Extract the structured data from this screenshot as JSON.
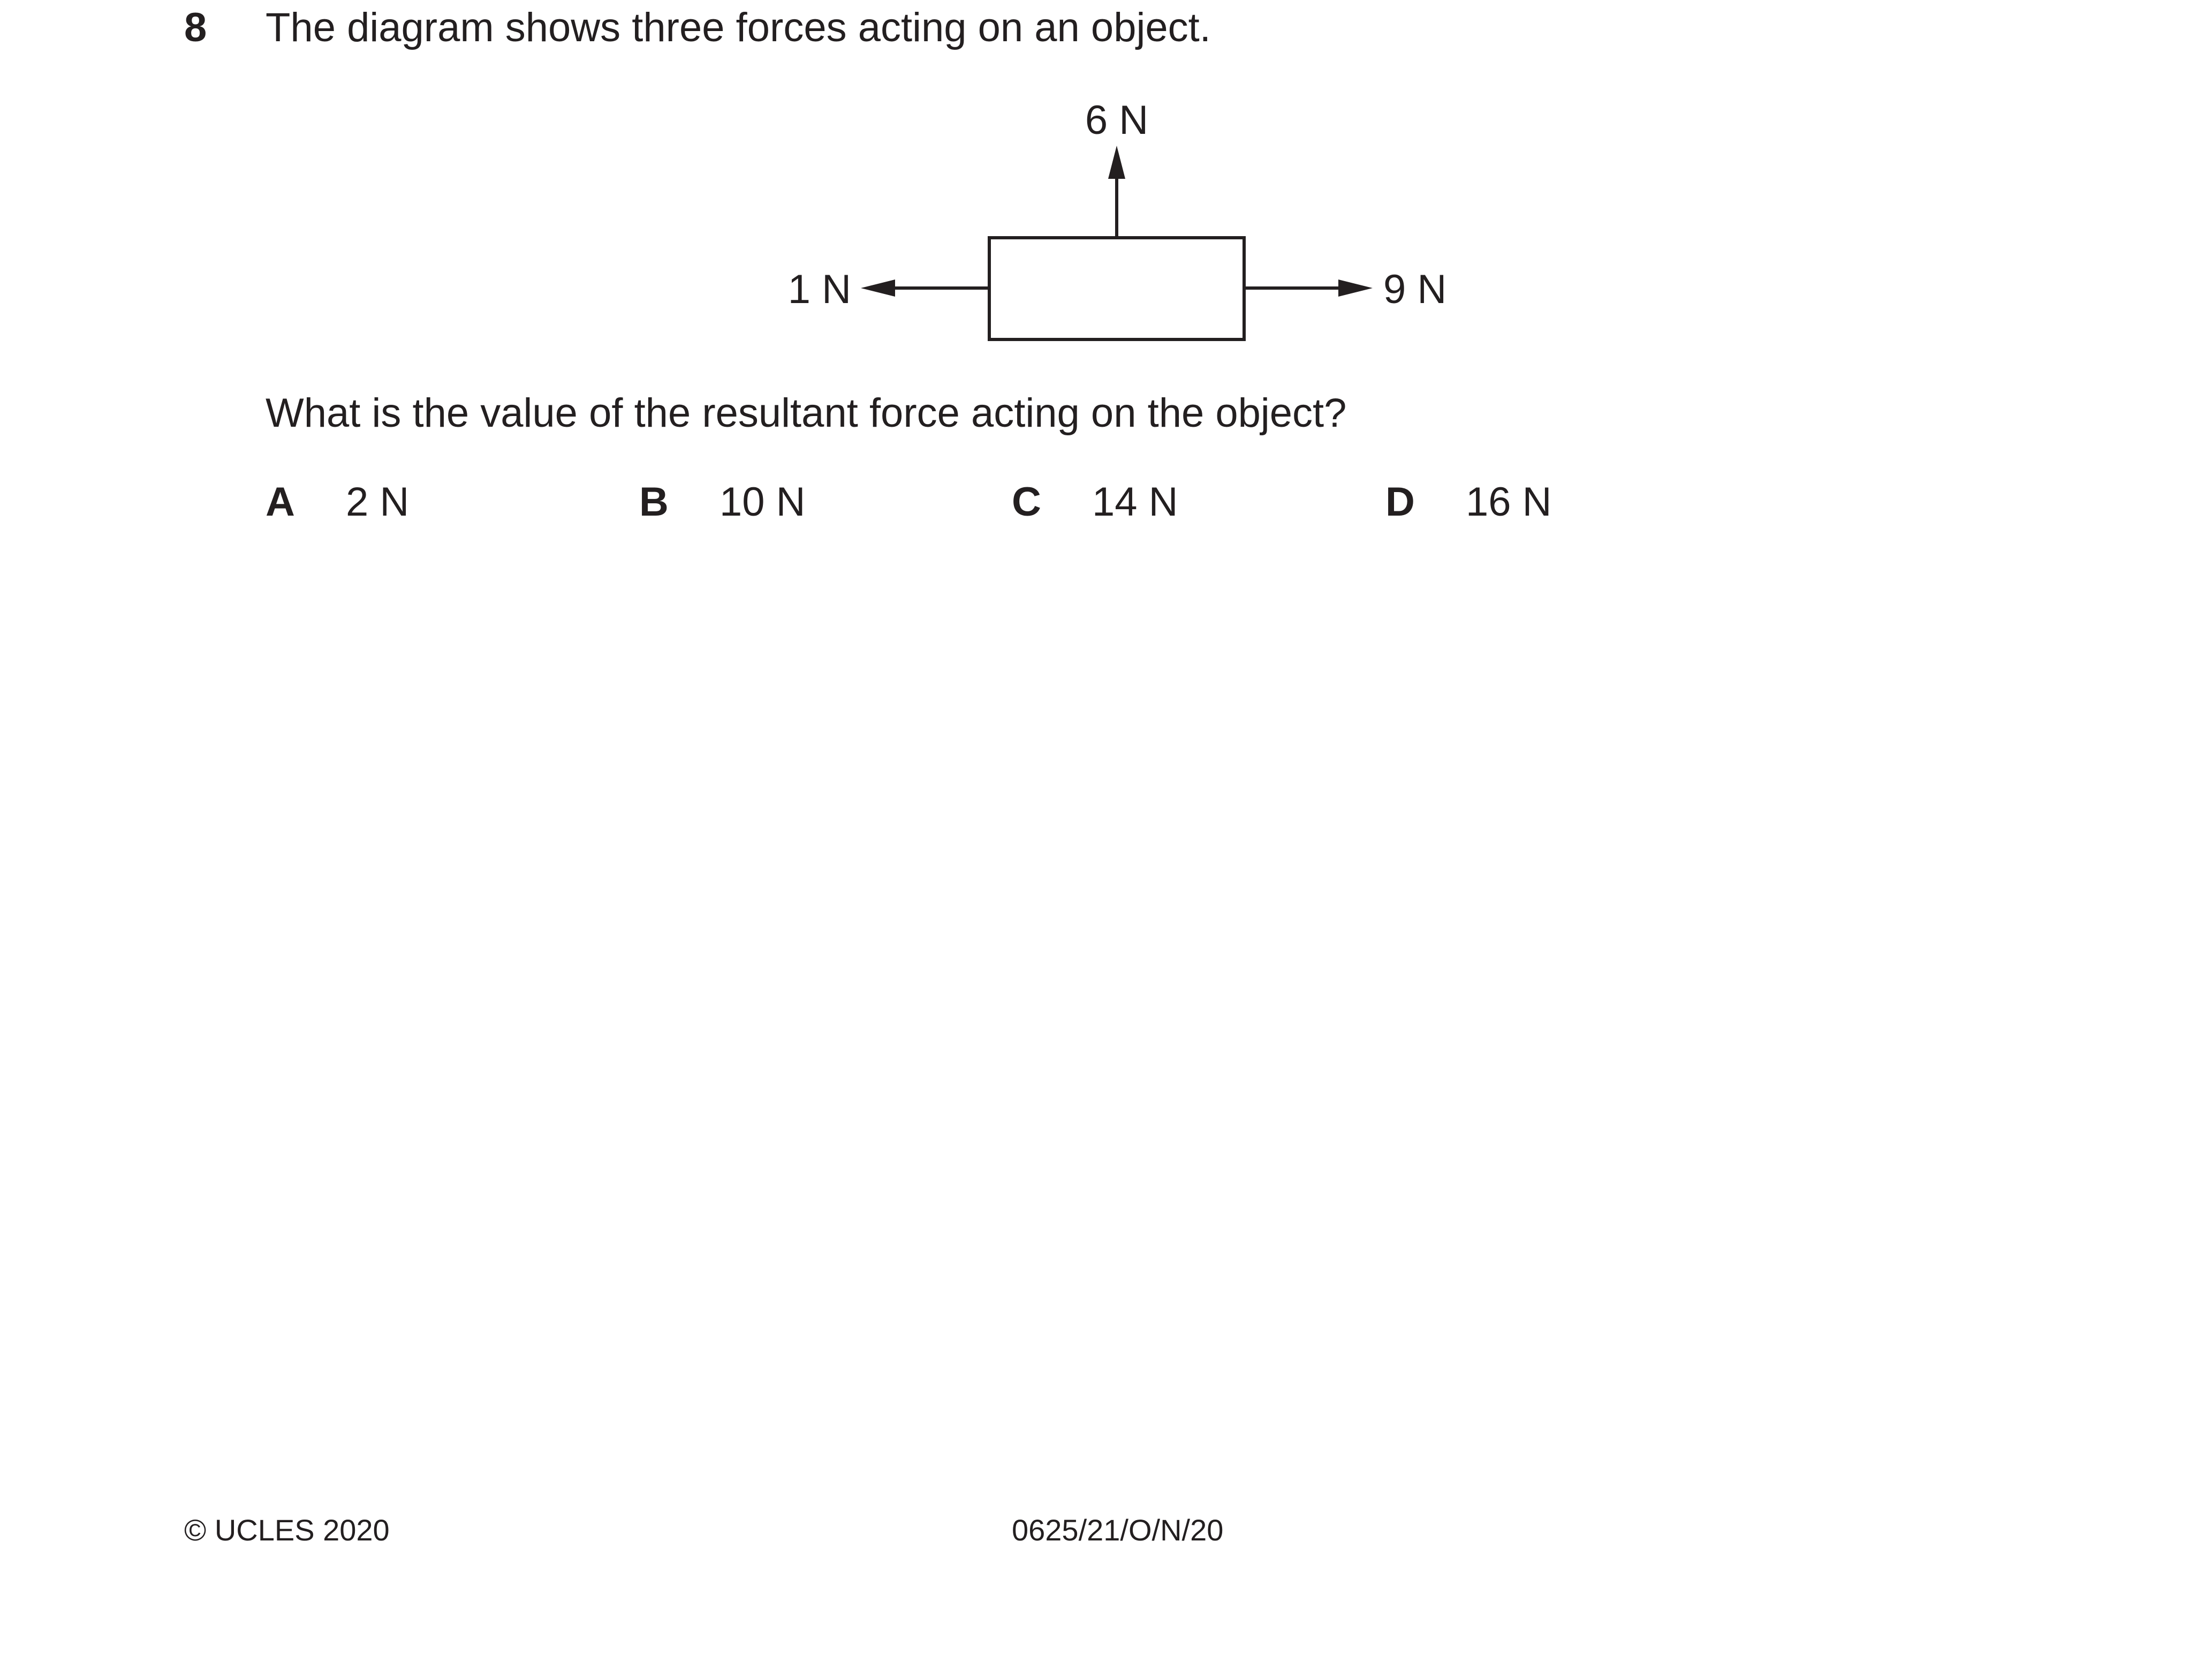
{
  "question": {
    "number": "8",
    "stem": "The diagram shows three forces acting on an object.",
    "prompt": "What is the value of the resultant force acting on the object?"
  },
  "diagram": {
    "forces": [
      {
        "label": "6 N",
        "direction": "up"
      },
      {
        "label": "1 N",
        "direction": "left"
      },
      {
        "label": "9 N",
        "direction": "right"
      }
    ],
    "colors": {
      "ink": "#231f20"
    }
  },
  "options": [
    {
      "letter": "A",
      "value": "2 N"
    },
    {
      "letter": "B",
      "value": "10 N"
    },
    {
      "letter": "C",
      "value": "14 N"
    },
    {
      "letter": "D",
      "value": "16 N"
    }
  ],
  "footer": {
    "copyright": "© UCLES 2020",
    "code": "0625/21/O/N/20"
  }
}
